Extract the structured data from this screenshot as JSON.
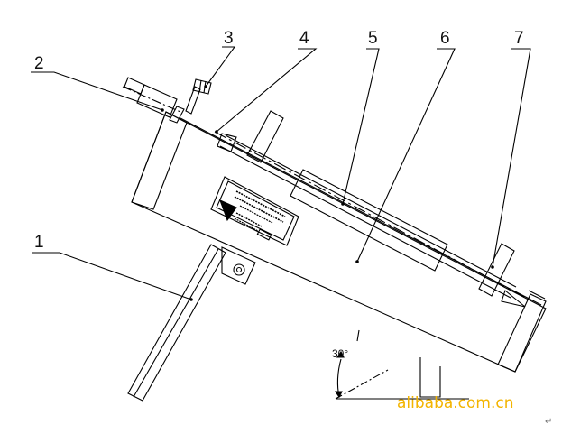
{
  "callouts": [
    {
      "id": "1",
      "text": "1"
    },
    {
      "id": "2",
      "text": "2"
    },
    {
      "id": "3",
      "text": "3"
    },
    {
      "id": "4",
      "text": "4"
    },
    {
      "id": "5",
      "text": "5"
    },
    {
      "id": "6",
      "text": "6"
    },
    {
      "id": "7",
      "text": "7"
    }
  ],
  "angle_label": "30°",
  "watermark": "alibaba.com.cn",
  "return_mark": "↵"
}
